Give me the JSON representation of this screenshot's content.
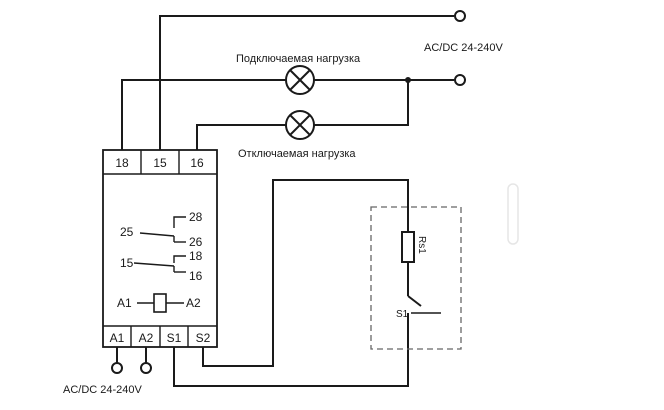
{
  "labels": {
    "power_top": "AC/DC 24-240V",
    "power_bottom": "AC/DC 24-240V",
    "load_connected": "Подключаемая нагрузка",
    "load_disconnected": "Отключаемая нагрузка"
  },
  "terminals_top": [
    "18",
    "15",
    "16"
  ],
  "terminals_bottom": [
    "A1",
    "A2",
    "S1",
    "S2"
  ],
  "internal": {
    "c28": "28",
    "c25": "25",
    "c26": "26",
    "c18": "18",
    "c15": "15",
    "c16": "16",
    "coil_a1": "A1",
    "coil_a2": "A2"
  },
  "sensor": {
    "resistor": "Rs1",
    "switch": "S1"
  }
}
